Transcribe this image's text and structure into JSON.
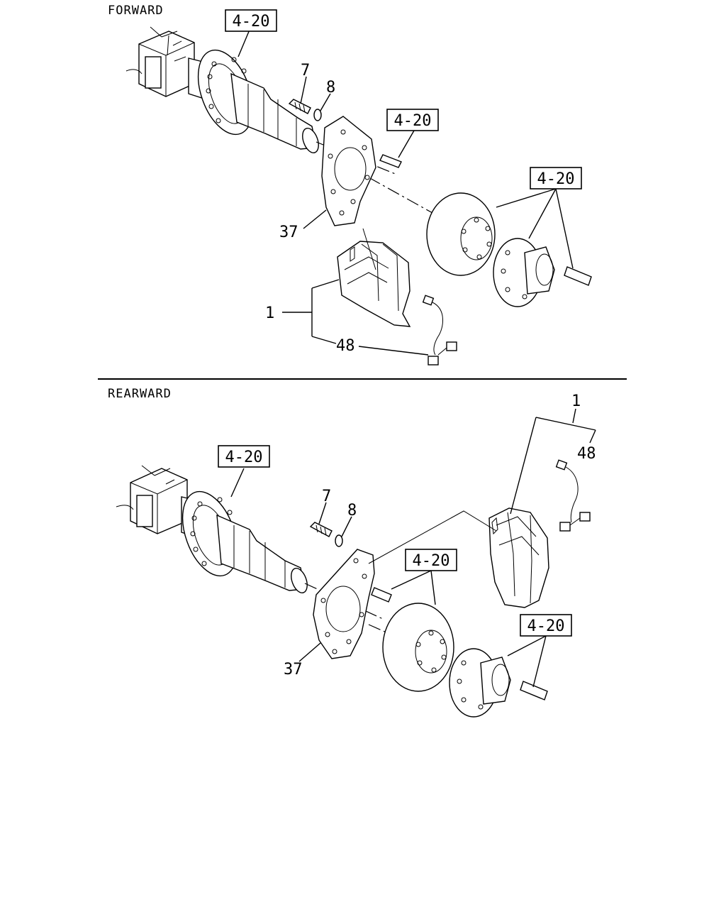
{
  "sections": {
    "forward": {
      "title": "FORWARD",
      "refs": [
        "4-20",
        "4-20",
        "4-20"
      ],
      "callouts": {
        "bolt": "7",
        "washer": "8",
        "plate": "37",
        "caliper": "1",
        "sensor": "48"
      }
    },
    "rearward": {
      "title": "REARWARD",
      "refs": [
        "4-20",
        "4-20",
        "4-20"
      ],
      "callouts": {
        "bolt": "7",
        "washer": "8",
        "plate": "37",
        "caliper": "1",
        "sensor": "48"
      }
    }
  }
}
